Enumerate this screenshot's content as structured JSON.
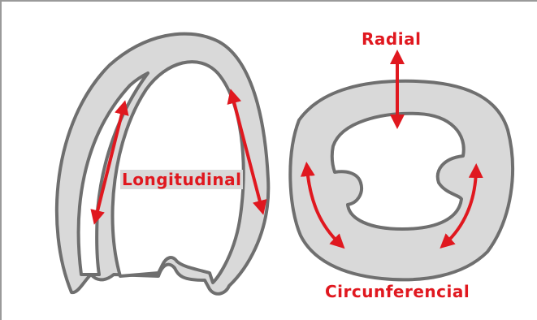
{
  "labels": {
    "radial": "Radial",
    "longitudinal": "Longitudinal",
    "circumferential": "Circunferencial"
  },
  "colors": {
    "arrow": "#e0181f",
    "tissue_fill": "#d9d9d9",
    "tissue_outline": "#6f6f6f",
    "frame": "#9a9a9a"
  },
  "icons": [
    "double-headed-arrow-icon",
    "curved-arrow-icon"
  ]
}
